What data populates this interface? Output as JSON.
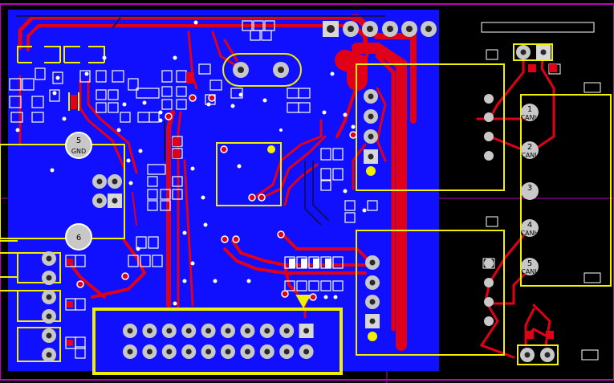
{
  "colors": {
    "background": "#000000",
    "board_outline": "#c000c0",
    "bottom_copper": "#1010ff",
    "top_copper": "#e00018",
    "silkscreen": "#f0f000",
    "pad": "#c8c8c8",
    "square_pad": "#d8d8d8"
  },
  "left_connector": {
    "pins": [
      {
        "number": "5",
        "net": "GND"
      },
      {
        "number": "6",
        "net": ""
      }
    ]
  },
  "right_connector": {
    "pins": [
      {
        "number": "1",
        "net": "CANH"
      },
      {
        "number": "2",
        "net": "CANL"
      },
      {
        "number": "3",
        "net": ""
      },
      {
        "number": "4",
        "net": "CANH"
      },
      {
        "number": "5",
        "net": "CANL"
      }
    ]
  }
}
